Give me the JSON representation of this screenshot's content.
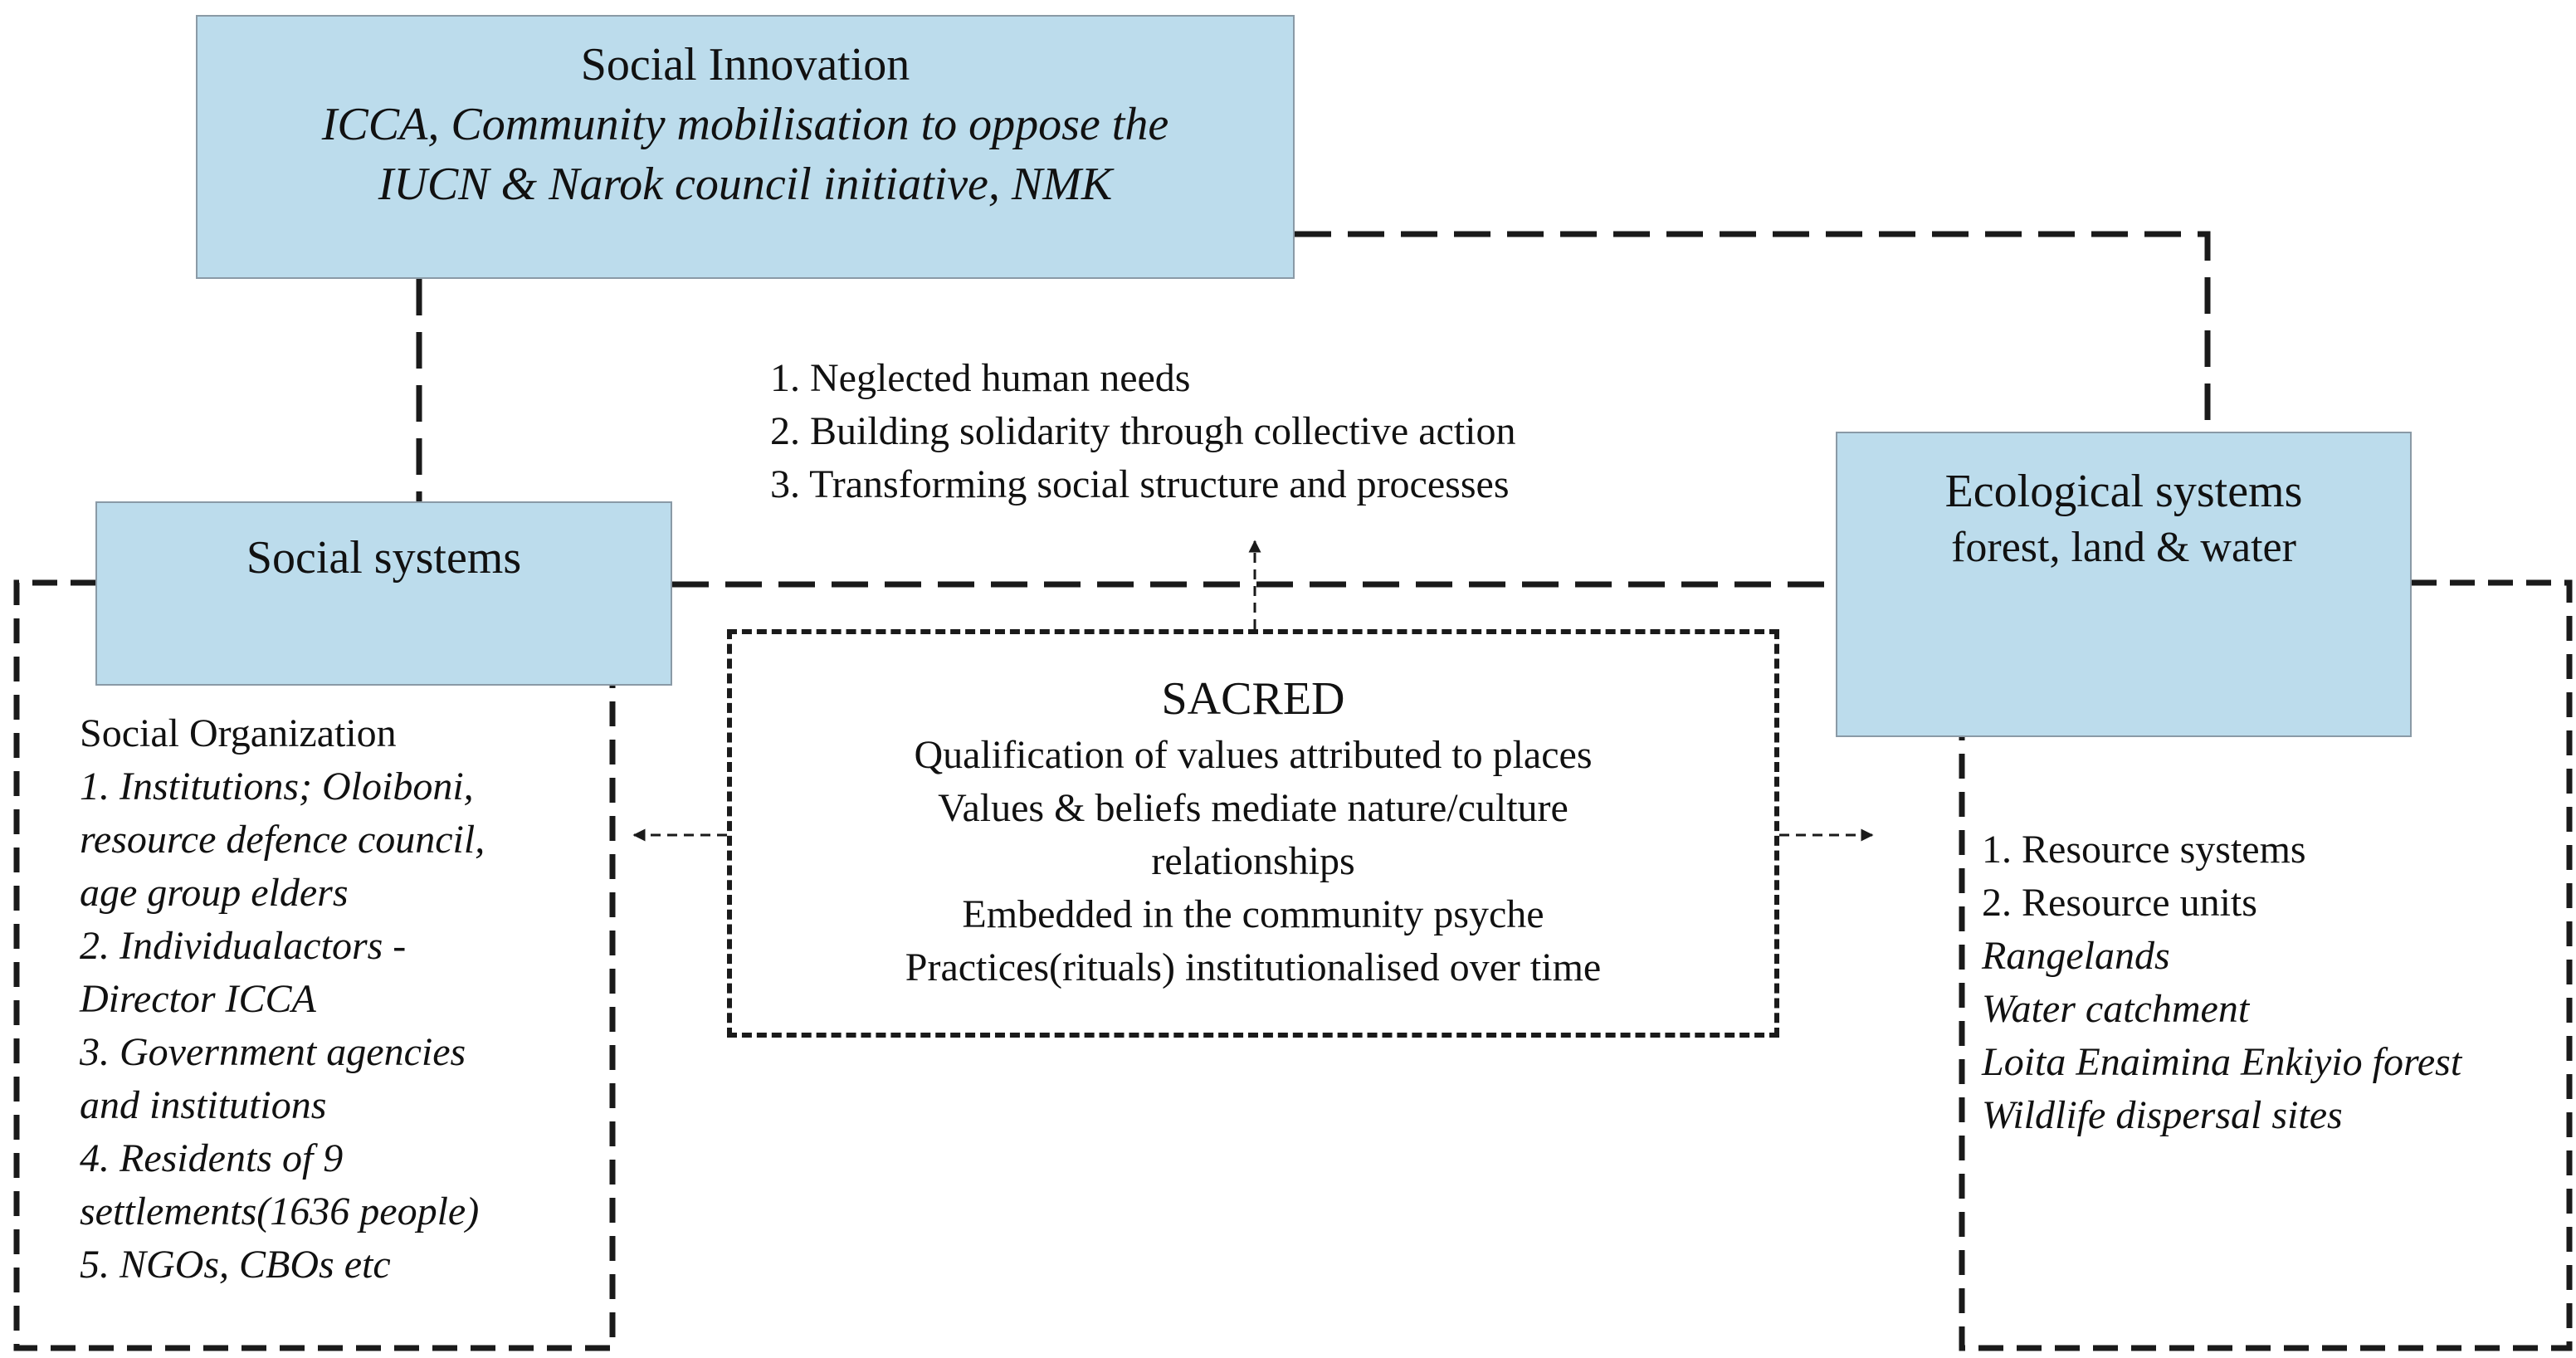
{
  "social_innovation": {
    "title": "Social Innovation",
    "lines": [
      "ICCA, Community mobilisation to oppose the",
      "IUCN & Narok council initiative, NMK"
    ]
  },
  "social_systems": {
    "title": "Social systems",
    "heading": "Social Organization",
    "items": [
      "1. Institutions; Oloiboni,",
      "resource defence council,",
      "age group elders",
      "2. Individualactors -",
      "Director ICCA",
      "3. Government agencies",
      "and institutions",
      "4. Residents of 9",
      "settlements(1636 people)",
      "5. NGOs, CBOs etc"
    ]
  },
  "ecological_systems": {
    "title": "Ecological systems",
    "subtitle": "forest, land & water",
    "list": [
      "1. Resource systems",
      "2. Resource units"
    ],
    "items": [
      "Rangelands",
      "Water catchment",
      "Loita Enaimina Enkiyio forest",
      "Wildlife dispersal sites"
    ]
  },
  "outcomes": [
    "1. Neglected human needs",
    "2. Building solidarity through collective action",
    "3. Transforming social structure and processes"
  ],
  "sacred": {
    "title": "SACRED",
    "lines": [
      "Qualification of values attributed to places",
      "Values & beliefs mediate nature/culture",
      "relationships",
      "Embedded in the community psyche",
      "Practices(rituals) institutionalised over time"
    ]
  },
  "colors": {
    "box_fill": "#bcdcec",
    "box_border": "#8a9aa6",
    "line": "#1a1a1a"
  }
}
